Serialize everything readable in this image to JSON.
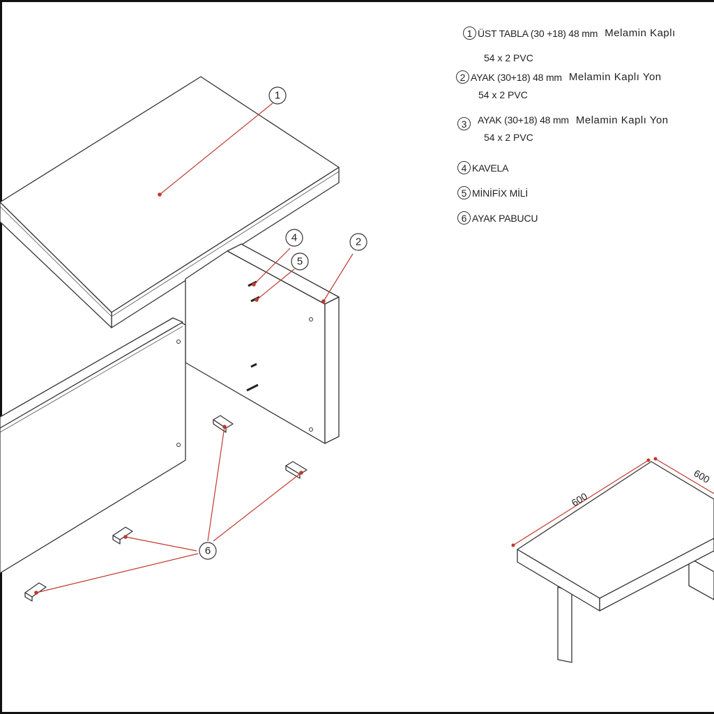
{
  "legend": {
    "items": [
      {
        "num": "1",
        "label": "ÜST TABLA (30 +18) 48 mm",
        "material": "Melamin Kaplı",
        "sub": "54 x 2 PVC"
      },
      {
        "num": "2",
        "label": "AYAK (30+18) 48 mm",
        "material": "Melamin Kaplı Yon",
        "sub": "54 x 2 PVC"
      },
      {
        "num": "3",
        "label": "AYAK (30+18) 48 mm",
        "material": "Melamin Kaplı Yon",
        "sub": "54 x 2 PVC"
      },
      {
        "num": "4",
        "label": "KAVELA"
      },
      {
        "num": "5",
        "label": "MİNİFİX MİLİ"
      },
      {
        "num": "6",
        "label": "AYAK PABUCU"
      }
    ]
  },
  "callouts": {
    "c1": "1",
    "c2": "2",
    "c4": "4",
    "c5": "5",
    "c6": "6"
  },
  "dimensions": {
    "width": "600",
    "depth": "600"
  },
  "colors": {
    "leader": "#c0392b",
    "line": "#333333"
  }
}
